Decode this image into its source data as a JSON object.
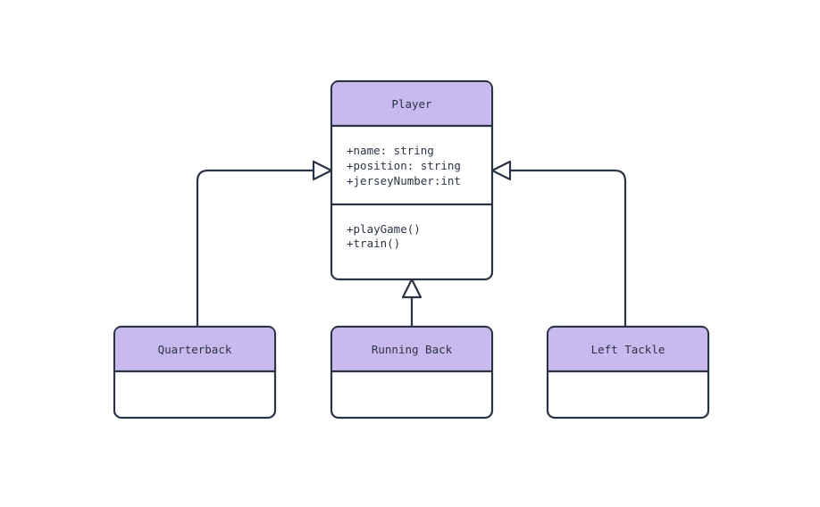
{
  "diagram": {
    "type": "uml-class-diagram",
    "colors": {
      "header": "#c8b9ee",
      "stroke": "#2b3445",
      "background": "#ffffff"
    },
    "classes": {
      "player": {
        "name": "Player",
        "attributes": [
          "+name: string",
          "+position: string",
          "+jerseyNumber:int"
        ],
        "methods": [
          "+playGame()",
          "+train()"
        ]
      },
      "quarterback": {
        "name": "Quarterback"
      },
      "running_back": {
        "name": "Running Back"
      },
      "left_tackle": {
        "name": "Left Tackle"
      }
    },
    "relations": [
      {
        "from": "Quarterback",
        "to": "Player",
        "kind": "inheritance"
      },
      {
        "from": "Running Back",
        "to": "Player",
        "kind": "inheritance"
      },
      {
        "from": "Left Tackle",
        "to": "Player",
        "kind": "inheritance"
      }
    ]
  }
}
